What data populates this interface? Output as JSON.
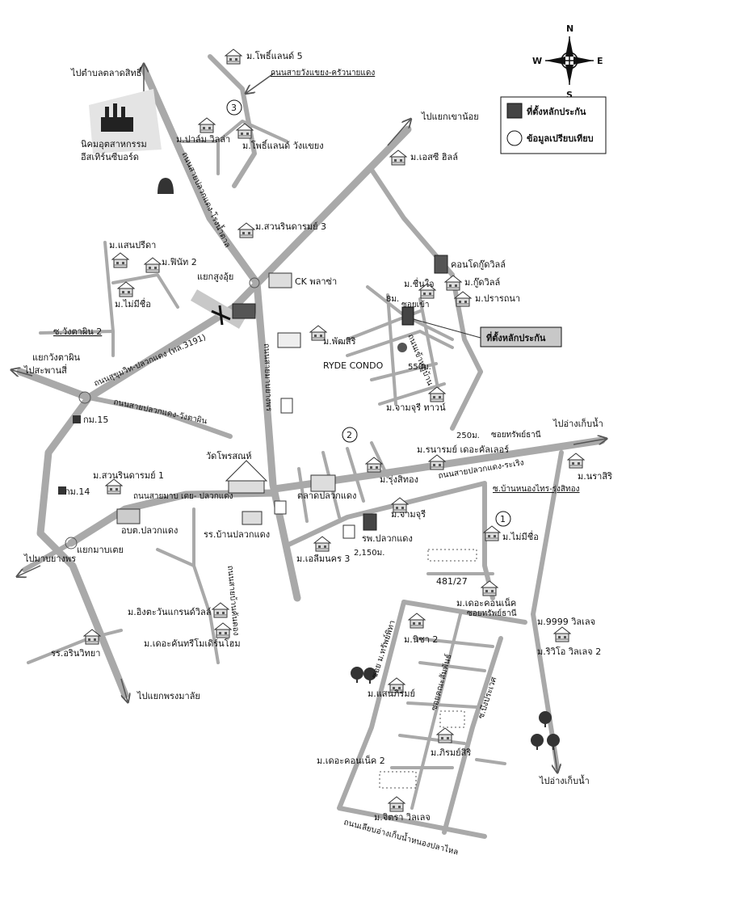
{
  "compass": {
    "n": "N",
    "s": "S",
    "e": "E",
    "w": "W"
  },
  "legend": {
    "subject_label": "ที่ตั้งหลักประกัน",
    "comparable_label": "ข้อมูลเปรียบเทียบ",
    "subject_color": "#444444"
  },
  "subject_callout": "ที่ตั้งหลักประกัน",
  "colors": {
    "road": "#a9a9a9",
    "ink": "#111111",
    "callout_bg": "#c8c8c8"
  },
  "comparables": [
    "1",
    "2",
    "3"
  ],
  "labels": {
    "to_talad_sit": "ไปตำบลตลาดสิทธิ์",
    "industrial_estate_1": "นิคมอุตสาหกรรม",
    "industrial_estate_2": "อีสเทิร์นซีบอร์ด",
    "phoenix5": "ม.โพธิ์แลนด์ 5",
    "road_sai_wangkhaeng": "ถนนสายวังแขยง-ครัวนายแดง",
    "to_khao_noi": "ไปแยกเขาน้อย",
    "palm_villa": "ม.ปาล์ม วิลล่า",
    "phoenix_wang": "ม.โพธิ์แลนด์ วังแขยง",
    "sc_hills": "ม.เอสซี ฮิลล์",
    "road_plaukdaeng_rongpho": "ถนนสายปลวกแดง-โรงน้ำตาล",
    "suan_rin_3": "ม.สวนรินดารมย์ 3",
    "saen_preeda": "ม.แสนปรีดา",
    "fin_nat_2": "ม.ฟินัท 2",
    "mai_mee_chue_a": "ม.ไม่มีชื่อ",
    "yaek_sungsoong": "แยกสูงอุ้ย",
    "ck_plaza": "CK พลาซ่า",
    "condo_lo_gu": "คอนโดกู๊ดวิลล์",
    "gu_ville": "ม.กู๊ดวิลล์",
    "chuen_jai": "ม.ชื่นใจ",
    "pratthana": "ม.ปรารถนา",
    "soi_rong_tao": "ซอยเข้า",
    "dist_8m": "8ม.",
    "wangtaphin2": "ซ.วังตาผิน 2",
    "yaek_wangtaphin": "แยกวังตาผิน",
    "to_saphan": "ไปสะพานสี่",
    "road_sukhumvit": "ถนนสุขุมวิท-ปลวกแดง (ทล.3191)",
    "phat_siri": "ม.พัฒสิริ",
    "ryde_condo": "RYDE CONDO",
    "dist_550": "550ม.",
    "road_soi_mab": "ถนนสายมาบยางพร",
    "road_khao_mai": "ถนนเข้าหมู่บ้าน",
    "road_plaukdaeng_wangtaphin": "ถนนสายปลวกแดง-วังตาผิน",
    "km15": "กม.15",
    "jammuri_town": "ม.จามจุรี ทาวน์",
    "dist_250": "250ม.",
    "soi_sap_thani": "ซอยทรัพย์ธานี",
    "to_ang_kep_nam_1": "ไปอ่างเก็บน้ำ",
    "banaram": "ม.รนารมย์ เดอะคัลเลอร์",
    "wat_phrasat": "วัดโพรสณห์",
    "suan_rin_1": "ม.สวนรินดารมย์ 1",
    "rung_thong": "ม.รุ่งสิทอง",
    "road_plaukdaeng_rawong": "ถนนสายปลวกแดง-ระเริง",
    "narasiri": "ม.นราสิริ",
    "soi_ban_nong": "ซ.บ้านหนองไทร-รุ่งสิทอง",
    "km14": "กม.14",
    "road_maptaphut": "ถนนสายมาบ เตย- ปลวกแดง",
    "talad_plaukdaeng": "ตลาดปลวกแดง",
    "jammuri": "ม.จามจุรี",
    "aboto_plaukdaeng": "อบต.ปลวกแดง",
    "school_ban_plaukdaeng": "รร.บ้านปลวกแดง",
    "hospital": "รพ.ปลวกแดง",
    "mai_mee_chue_b": "ม.ไม่มีชื่อ",
    "yaek_maptoei": "แยกมาบเตย",
    "to_maptaphut": "ไปมาบยางพร",
    "ekamnakhon3": "ม.เอลีมนคร 3",
    "dist_2150": "2,150ม.",
    "plot_481": "481/27",
    "connect": "ม.เดอะคอนเน็ค",
    "road_ban_kham": "ถนนสายบ้านคันดอง",
    "ing_kawan": "ม.อิงตะวันแกรนด์วิลล์",
    "the_khan": "ม.เดอะคันทรีโมเดิร์นโฮม",
    "soi_sap_thani_2": "ซอยทรัพย์ธานี",
    "villa_9999": "ม.9999 วิลเลจ",
    "school_arin": "รร.อรินวิทยา",
    "nicha2": "ม.นิชา 2",
    "riviera": "ม.ริวิโอ วิลเลจ 2",
    "soi_sap_phithan": "ซอย ม.ทรัพย์พิทา",
    "to_phongmalai": "ไปแยกพรงมาลัย",
    "saen_rom": "ม.แสนภิรมย์",
    "soi_khana_san": "ซอยคณะสัมพันธ์",
    "soi_bueng_prawes": "ซ.บึงประเวศ",
    "phirom_siri": "ม.ภิรมย์สิริ",
    "connect2": "ม.เดอะคอนเน็ค 2",
    "to_ang_kep_nam_2": "ไปอ่างเก็บน้ำ",
    "sitara": "ม.จิตรา วิลเลจ",
    "road_liap_ang": "ถนนเลียบอ่างเก็บน้ำหนองปลาไหล"
  }
}
